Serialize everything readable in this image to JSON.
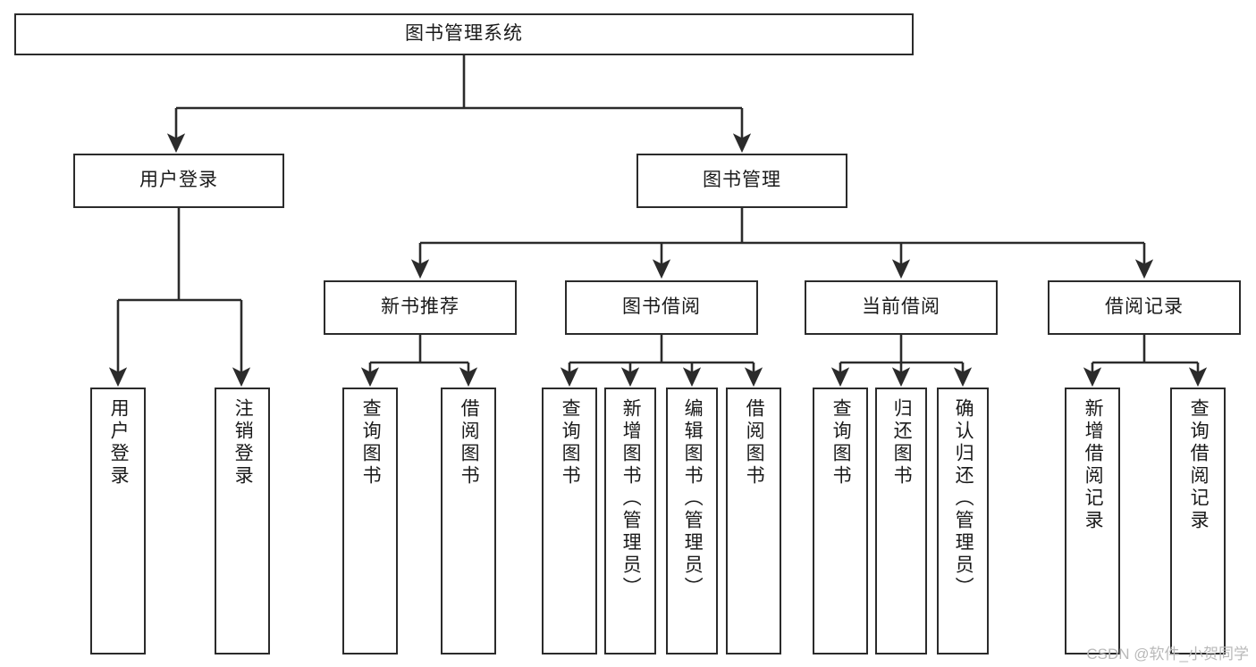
{
  "diagram": {
    "title": "图书管理系统",
    "type": "tree-functional-structure",
    "stroke_color": "#2b2b2b",
    "fill_color": "#ffffff",
    "text_color": "#1a1a1a"
  },
  "nodes": {
    "root": {
      "label": "图书管理系统"
    },
    "level2": [
      {
        "id": "user-login",
        "label": "用户登录"
      },
      {
        "id": "book-manage",
        "label": "图书管理"
      }
    ],
    "level3": [
      {
        "id": "new-book-recommend",
        "label": "新书推荐"
      },
      {
        "id": "book-borrow",
        "label": "图书借阅"
      },
      {
        "id": "current-borrow",
        "label": "当前借阅"
      },
      {
        "id": "borrow-record",
        "label": "借阅记录"
      }
    ],
    "leaves": {
      "user_login": [
        {
          "id": "leaf-user-login",
          "label": "用户登录"
        },
        {
          "id": "leaf-logout-login",
          "label": "注销登录"
        }
      ],
      "new_book_recommend": [
        {
          "id": "leaf-query-book-1",
          "label": "查询图书"
        },
        {
          "id": "leaf-borrow-book-1",
          "label": "借阅图书"
        }
      ],
      "book_borrow": [
        {
          "id": "leaf-query-book-2",
          "label": "查询图书"
        },
        {
          "id": "leaf-add-book",
          "label": "新增图书（管理员）"
        },
        {
          "id": "leaf-edit-book",
          "label": "编辑图书（管理员）"
        },
        {
          "id": "leaf-borrow-book-2",
          "label": "借阅图书"
        }
      ],
      "current_borrow": [
        {
          "id": "leaf-query-book-3",
          "label": "查询图书"
        },
        {
          "id": "leaf-return-book",
          "label": "归还图书"
        },
        {
          "id": "leaf-confirm-return",
          "label": "确认归还（管理员）"
        }
      ],
      "borrow_record": [
        {
          "id": "leaf-add-record",
          "label": "新增借阅记录"
        },
        {
          "id": "leaf-query-record",
          "label": "查询借阅记录"
        }
      ]
    }
  },
  "watermark": {
    "text": "CSDN @软件_小贺同学"
  }
}
